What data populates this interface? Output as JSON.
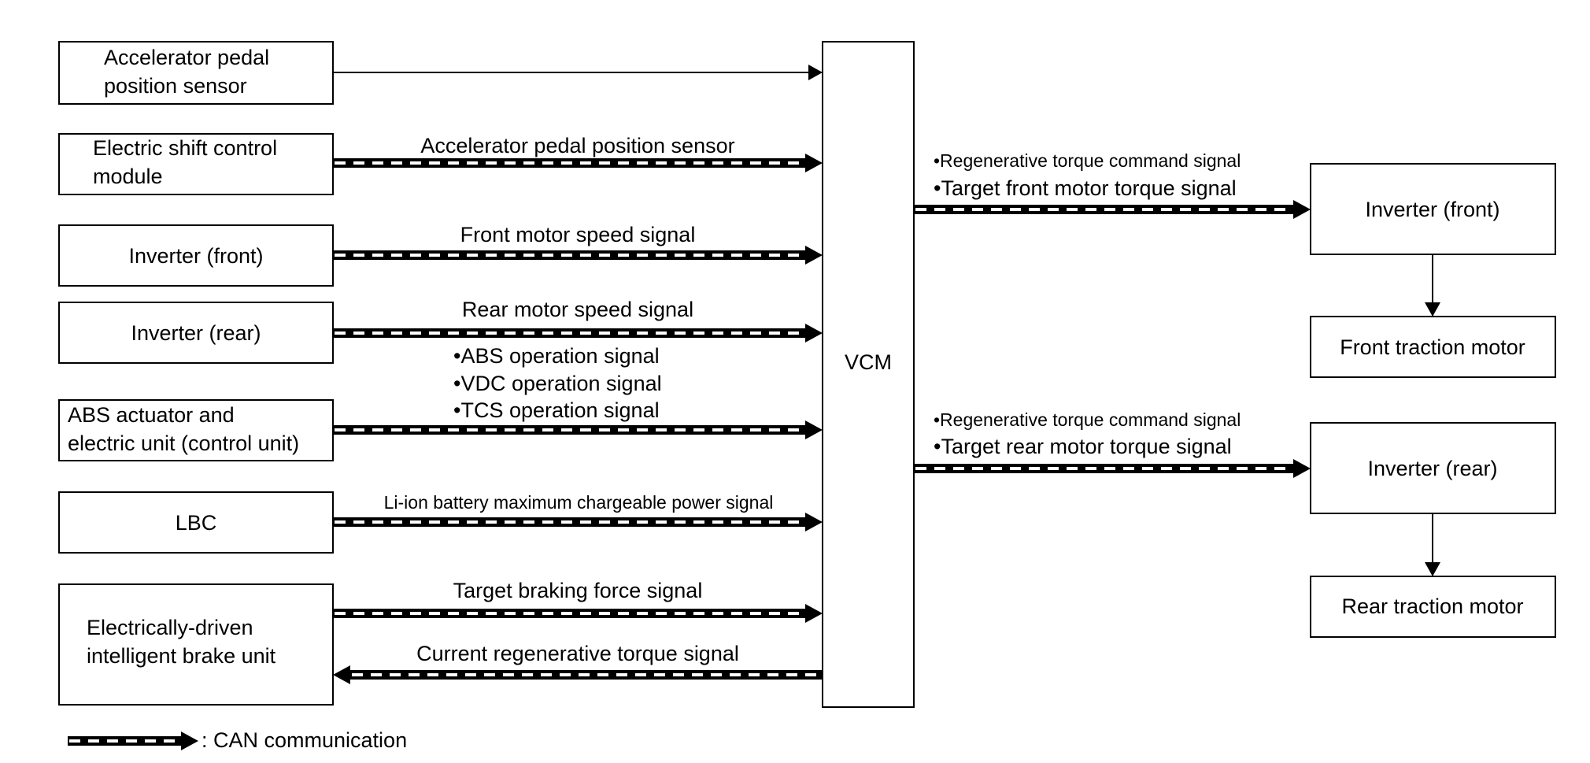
{
  "colors": {
    "line": "#000000",
    "background": "#ffffff",
    "can_dash_gap": "#ffffff"
  },
  "center_unit": {
    "label": "VCM"
  },
  "inputs": [
    {
      "lines": [
        "Accelerator pedal",
        "position sensor"
      ]
    },
    {
      "lines": [
        "Electric shift control",
        "module"
      ]
    },
    {
      "lines": [
        "Inverter (front)"
      ]
    },
    {
      "lines": [
        "Inverter (rear)"
      ]
    },
    {
      "lines": [
        "ABS actuator and",
        "electric unit (control unit)"
      ]
    },
    {
      "lines": [
        "LBC"
      ]
    },
    {
      "lines": [
        "Electrically-driven",
        "intelligent brake unit"
      ]
    }
  ],
  "outputs": [
    {
      "lines": [
        "Inverter (front)"
      ]
    },
    {
      "lines": [
        "Front traction motor"
      ]
    },
    {
      "lines": [
        "Inverter (rear)"
      ]
    },
    {
      "lines": [
        "Rear traction motor"
      ]
    }
  ],
  "signals": {
    "accel_hardwire": "",
    "shift_module": "Accelerator pedal position sensor",
    "inverter_front": "Front motor speed signal",
    "inverter_rear": "Rear motor speed signal",
    "abs": [
      "•ABS operation signal",
      "•VDC operation signal",
      "•TCS operation signal"
    ],
    "lbc": "Li-ion battery maximum chargeable power signal",
    "brake_in": "Target braking force signal",
    "brake_out": "Current regenerative torque signal",
    "to_inverter_front": [
      "•Regenerative torque command signal",
      "•Target front motor torque signal"
    ],
    "to_inverter_rear": [
      "•Regenerative torque command signal",
      "•Target rear motor torque signal"
    ]
  },
  "legend": {
    "label": ": CAN communication"
  }
}
